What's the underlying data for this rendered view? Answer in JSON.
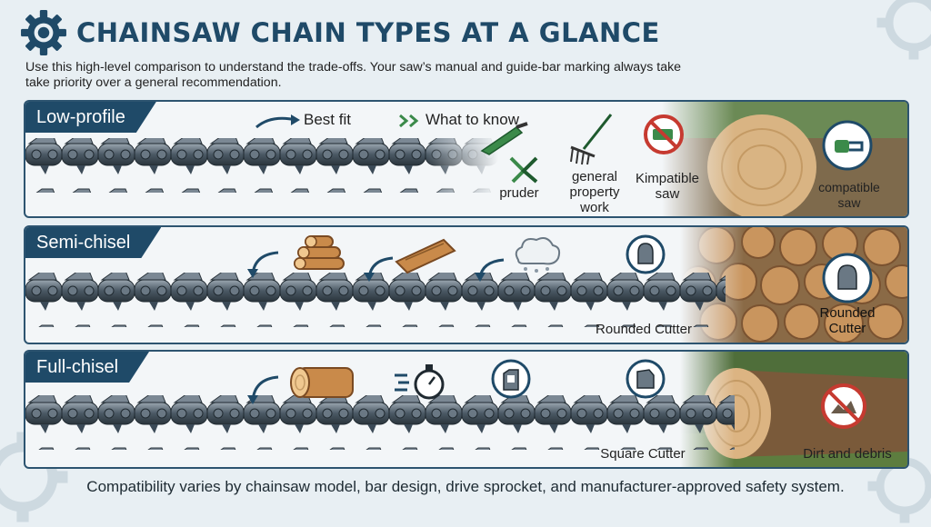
{
  "header": {
    "title": "CHAINSAW CHAIN TYPES AT A GLANCE",
    "intro_line1": "Use this high-level comparison to understand the trade-offs. Your saw’s manual and guide-bar marking always take",
    "intro_line2": "take priority over a general recommendation."
  },
  "panels": [
    {
      "tag": "Low-profile",
      "best_fit_label": "Best fit",
      "what_to_know_label": "What to know",
      "items": [
        {
          "label": "pruder",
          "icon": "pruner-icon"
        },
        {
          "label_lines": [
            "general",
            "property",
            "work"
          ],
          "icon": "rake-icon"
        },
        {
          "label_lines": [
            "Kimpatible",
            "saw"
          ],
          "icon": "no-chainsaw-icon"
        },
        {
          "label_lines": [
            "compatible",
            "saw"
          ],
          "icon": "chainsaw-icon"
        }
      ]
    },
    {
      "tag": "Semi-chisel",
      "items": [
        {
          "label": "Rounded Cutter",
          "icon": "rounded-cutter-icon"
        },
        {
          "label_lines": [
            "Rounded",
            "Cutter"
          ],
          "icon": "rounded-cutter-icon"
        }
      ]
    },
    {
      "tag": "Full-chisel",
      "items": [
        {
          "label": "Square Cutter",
          "icon": "square-cutter-icon"
        },
        {
          "label": "Dirt and debris",
          "icon": "no-dirt-icon"
        }
      ]
    }
  ],
  "footer": "Compatibility varies by chainsaw model, bar design, drive sprocket, and manufacturer-approved safety system.",
  "colors": {
    "navy": "#1f4a68",
    "chain_steel": "#3b4a57",
    "chain_highlight": "#8a98a4",
    "green_accent": "#3b8a4a",
    "red_prohibit": "#c63a30"
  }
}
